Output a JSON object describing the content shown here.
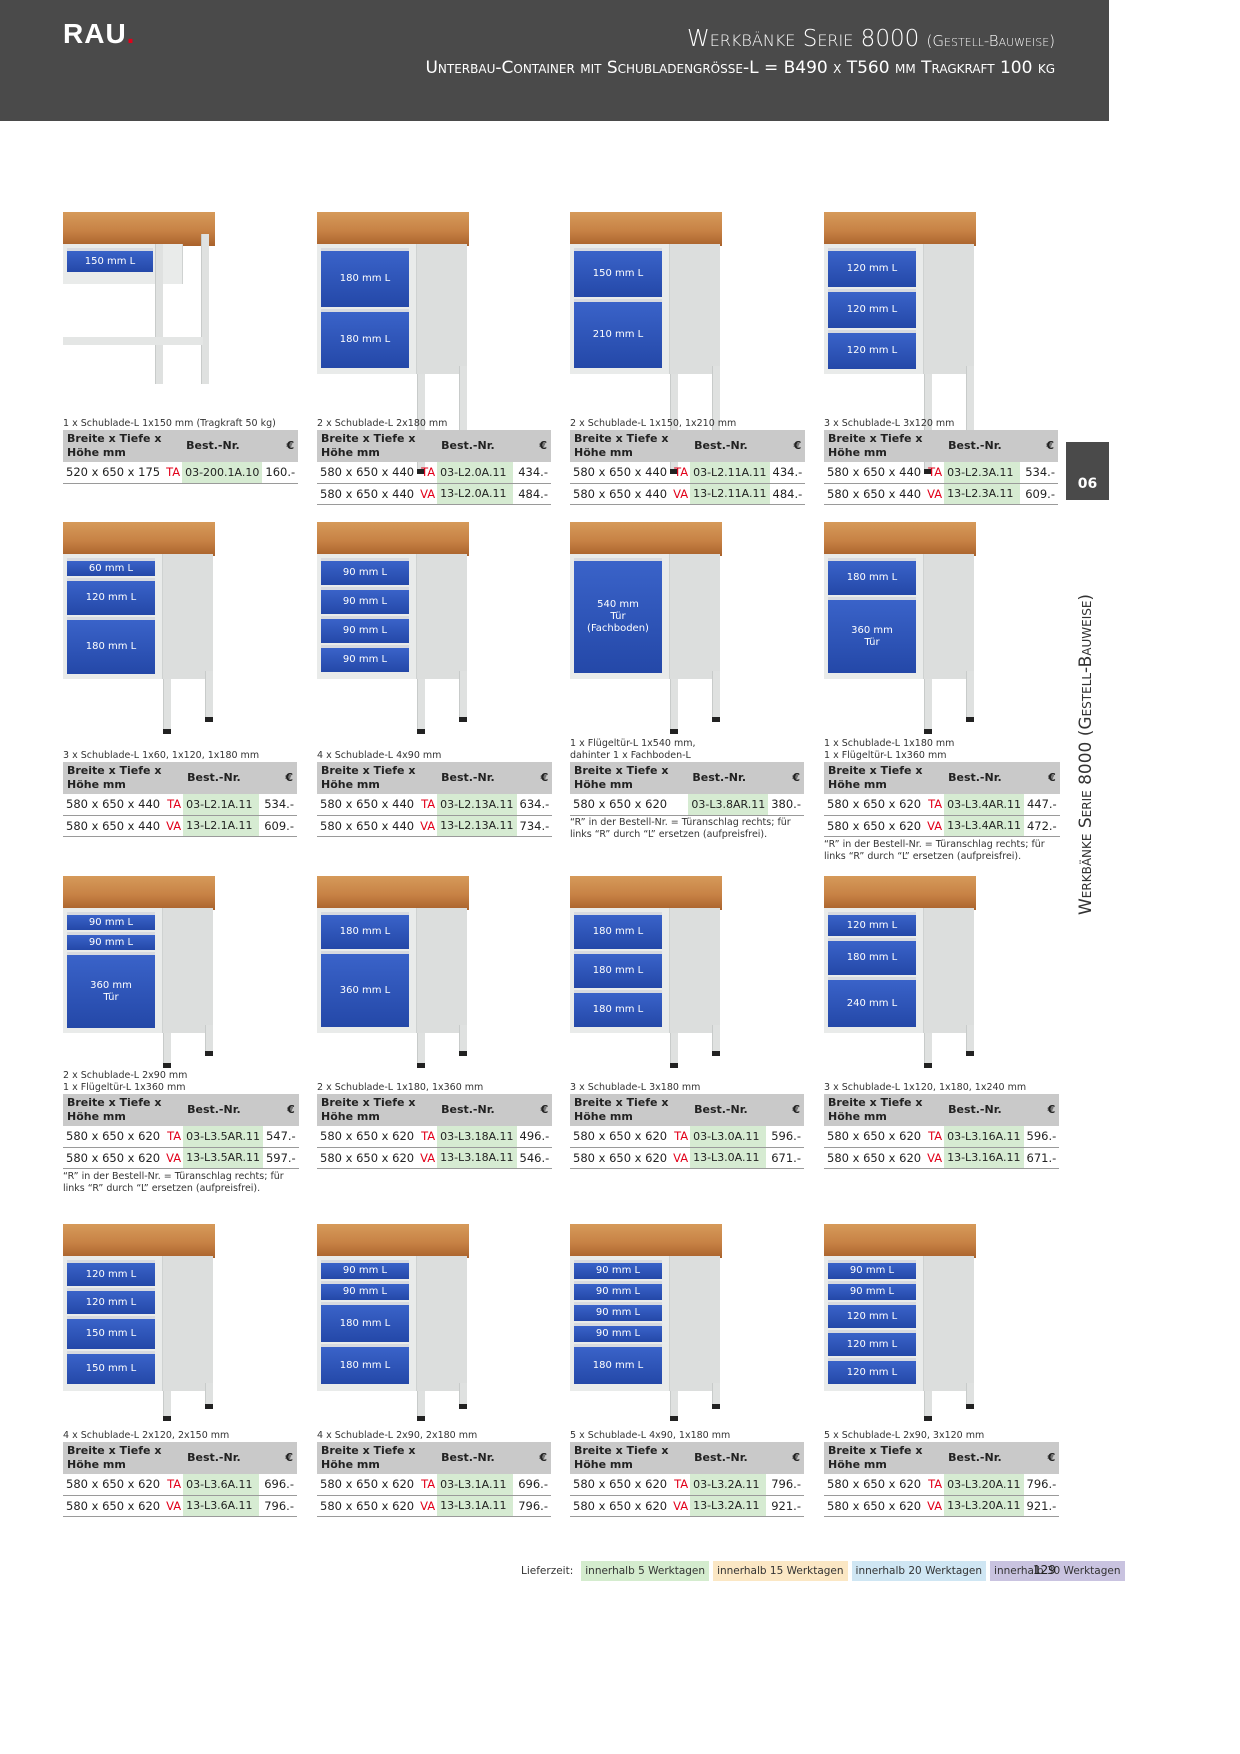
{
  "header": {
    "logo": "RAU",
    "logo_dot": ".",
    "title": "Werkbänke Serie 8000",
    "title_suffix": "(Gestell-Bauweise)",
    "subtitle": "Unterbau-Container mit Schubladengrösse-L = B490 x T560 mm Tragkraft 100 kg"
  },
  "side": {
    "tab": "06",
    "label": "Werkbänke Serie 8000 (Gestell-Bauweise)"
  },
  "table_headers": {
    "dims": "Breite x Tiefe x Höhe mm",
    "order": "Best.-Nr.",
    "price": "€"
  },
  "products": [
    {
      "caption": "1 x Schublade-L 1x150 mm (Tragkraft 50 kg)",
      "drawers": [
        "150 mm L"
      ],
      "rows": [
        {
          "dims": "520 x 650 x 175",
          "code": "TA",
          "nr": "03-200.1A.10",
          "price": "160.-"
        }
      ],
      "note": ""
    },
    {
      "caption": "2 x Schublade-L 2x180 mm",
      "drawers": [
        "180 mm L",
        "180 mm L"
      ],
      "rows": [
        {
          "dims": "580 x 650 x 440",
          "code": "TA",
          "nr": "03-L2.0A.11",
          "price": "434.-"
        },
        {
          "dims": "580 x 650 x 440",
          "code": "VA",
          "nr": "13-L2.0A.11",
          "price": "484.-"
        }
      ],
      "note": ""
    },
    {
      "caption": "2 x Schublade-L 1x150, 1x210 mm",
      "drawers": [
        "150 mm L",
        "210 mm L"
      ],
      "rows": [
        {
          "dims": "580 x 650 x 440",
          "code": "TA",
          "nr": "03-L2.11A.11",
          "price": "434.-"
        },
        {
          "dims": "580 x 650 x 440",
          "code": "VA",
          "nr": "13-L2.11A.11",
          "price": "484.-"
        }
      ],
      "note": ""
    },
    {
      "caption": "3 x Schublade-L 3x120 mm",
      "drawers": [
        "120 mm L",
        "120 mm L",
        "120 mm L"
      ],
      "rows": [
        {
          "dims": "580 x 650 x 440",
          "code": "TA",
          "nr": "03-L2.3A.11",
          "price": "534.-"
        },
        {
          "dims": "580 x 650 x 440",
          "code": "VA",
          "nr": "13-L2.3A.11",
          "price": "609.-"
        }
      ],
      "note": ""
    },
    {
      "caption": "3 x Schublade-L 1x60, 1x120, 1x180 mm",
      "drawers": [
        "60 mm L",
        "120 mm L",
        "180 mm L"
      ],
      "rows": [
        {
          "dims": "580 x 650 x 440",
          "code": "TA",
          "nr": "03-L2.1A.11",
          "price": "534.-"
        },
        {
          "dims": "580 x 650 x 440",
          "code": "VA",
          "nr": "13-L2.1A.11",
          "price": "609.-"
        }
      ],
      "note": ""
    },
    {
      "caption": "4 x Schublade-L 4x90 mm",
      "drawers": [
        "90 mm L",
        "90 mm L",
        "90 mm L",
        "90 mm L"
      ],
      "rows": [
        {
          "dims": "580 x 650 x 440",
          "code": "TA",
          "nr": "03-L2.13A.11",
          "price": "634.-"
        },
        {
          "dims": "580 x 650 x 440",
          "code": "VA",
          "nr": "13-L2.13A.11",
          "price": "734.-"
        }
      ],
      "note": ""
    },
    {
      "caption": "1 x Flügeltür-L 1x540 mm,\ndahinter 1 x Fachboden-L",
      "drawers": [
        "540 mm\nTür\n(Fachboden)"
      ],
      "rows": [
        {
          "dims": "580 x 650 x 620",
          "code": "",
          "nr": "03-L3.8AR.11",
          "price": "380.-"
        }
      ],
      "note": "“R” in der Bestell-Nr. = Türanschlag rechts; für links “R” durch “L” ersetzen (aufpreisfrei)."
    },
    {
      "caption": "1 x Schublade-L 1x180 mm\n1 x Flügeltür-L 1x360 mm",
      "drawers": [
        "180 mm L",
        "360 mm\nTür"
      ],
      "rows": [
        {
          "dims": "580 x 650 x 620",
          "code": "TA",
          "nr": "03-L3.4AR.11",
          "price": "447.-"
        },
        {
          "dims": "580 x 650 x 620",
          "code": "VA",
          "nr": "13-L3.4AR.11",
          "price": "472.-"
        }
      ],
      "note": "“R” in der Bestell-Nr. = Türanschlag rechts; für links “R” durch “L” ersetzen (aufpreisfrei)."
    },
    {
      "caption": "2 x Schublade-L 2x90 mm\n1 x Flügeltür-L 1x360 mm",
      "drawers": [
        "90 mm L",
        "90 mm L",
        "360 mm\nTür"
      ],
      "rows": [
        {
          "dims": "580 x 650 x 620",
          "code": "TA",
          "nr": "03-L3.5AR.11",
          "price": "547.-"
        },
        {
          "dims": "580 x 650 x 620",
          "code": "VA",
          "nr": "13-L3.5AR.11",
          "price": "597.-"
        }
      ],
      "note": "“R” in der Bestell-Nr. = Türanschlag rechts; für links “R” durch “L” ersetzen (aufpreisfrei)."
    },
    {
      "caption": "2 x Schublade-L 1x180, 1x360 mm",
      "drawers": [
        "180 mm L",
        "360 mm L"
      ],
      "rows": [
        {
          "dims": "580 x 650 x 620",
          "code": "TA",
          "nr": "03-L3.18A.11",
          "price": "496.-"
        },
        {
          "dims": "580 x 650 x 620",
          "code": "VA",
          "nr": "13-L3.18A.11",
          "price": "546.-"
        }
      ],
      "note": ""
    },
    {
      "caption": "3 x Schublade-L 3x180 mm",
      "drawers": [
        "180 mm L",
        "180 mm L",
        "180 mm L"
      ],
      "rows": [
        {
          "dims": "580 x 650 x 620",
          "code": "TA",
          "nr": "03-L3.0A.11",
          "price": "596.-"
        },
        {
          "dims": "580 x 650 x 620",
          "code": "VA",
          "nr": "13-L3.0A.11",
          "price": "671.-"
        }
      ],
      "note": ""
    },
    {
      "caption": "3 x Schublade-L 1x120, 1x180, 1x240 mm",
      "drawers": [
        "120 mm L",
        "180 mm L",
        "240 mm L"
      ],
      "rows": [
        {
          "dims": "580 x 650 x 620",
          "code": "TA",
          "nr": "03-L3.16A.11",
          "price": "596.-"
        },
        {
          "dims": "580 x 650 x 620",
          "code": "VA",
          "nr": "13-L3.16A.11",
          "price": "671.-"
        }
      ],
      "note": ""
    },
    {
      "caption": "4 x Schublade-L 2x120, 2x150 mm",
      "drawers": [
        "120 mm L",
        "120 mm L",
        "150 mm L",
        "150 mm L"
      ],
      "rows": [
        {
          "dims": "580 x 650 x 620",
          "code": "TA",
          "nr": "03-L3.6A.11",
          "price": "696.-"
        },
        {
          "dims": "580 x 650 x 620",
          "code": "VA",
          "nr": "13-L3.6A.11",
          "price": "796.-"
        }
      ],
      "note": ""
    },
    {
      "caption": "4 x Schublade-L 2x90, 2x180 mm",
      "drawers": [
        "90 mm L",
        "90 mm L",
        "180 mm L",
        "180 mm L"
      ],
      "rows": [
        {
          "dims": "580 x 650 x 620",
          "code": "TA",
          "nr": "03-L3.1A.11",
          "price": "696.-"
        },
        {
          "dims": "580 x 650 x 620",
          "code": "VA",
          "nr": "13-L3.1A.11",
          "price": "796.-"
        }
      ],
      "note": ""
    },
    {
      "caption": "5 x Schublade-L 4x90, 1x180 mm",
      "drawers": [
        "90 mm L",
        "90 mm L",
        "90 mm L",
        "90 mm L",
        "180 mm L"
      ],
      "rows": [
        {
          "dims": "580 x 650 x 620",
          "code": "TA",
          "nr": "03-L3.2A.11",
          "price": "796.-"
        },
        {
          "dims": "580 x 650 x 620",
          "code": "VA",
          "nr": "13-L3.2A.11",
          "price": "921.-"
        }
      ],
      "note": ""
    },
    {
      "caption": "5 x Schublade-L 2x90, 3x120 mm",
      "drawers": [
        "90 mm L",
        "90 mm L",
        "120 mm L",
        "120 mm L",
        "120 mm L"
      ],
      "rows": [
        {
          "dims": "580 x 650 x 620",
          "code": "TA",
          "nr": "03-L3.20A.11",
          "price": "796.-"
        },
        {
          "dims": "580 x 650 x 620",
          "code": "VA",
          "nr": "13-L3.20A.11",
          "price": "921.-"
        }
      ],
      "note": ""
    }
  ],
  "footer": {
    "label": "Lieferzeit:",
    "items": [
      {
        "text": "innerhalb 5 Werktagen",
        "color": "#d4ecce"
      },
      {
        "text": "innerhalb 15 Werktagen",
        "color": "#fbe7c4"
      },
      {
        "text": "innerhalb 20 Werktagen",
        "color": "#cfe6f3"
      },
      {
        "text": "innerhalb 30 Werktagen",
        "color": "#c9c3e0"
      }
    ],
    "page": "129"
  }
}
